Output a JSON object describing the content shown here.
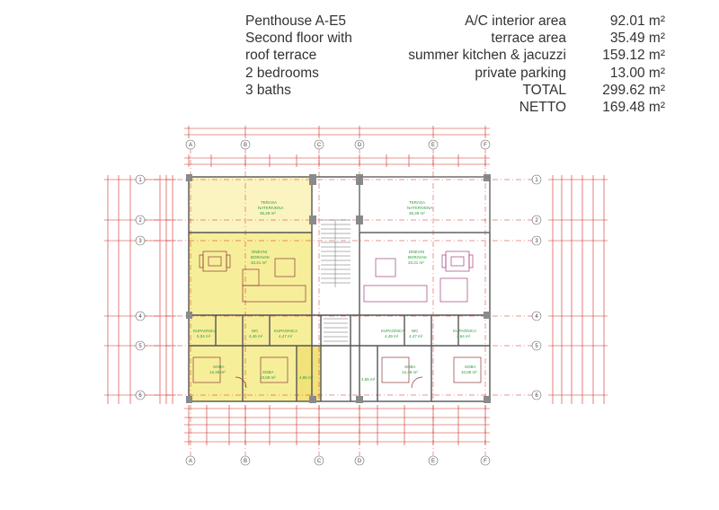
{
  "header": {
    "description_lines": [
      "Penthouse A-E5",
      "Second floor with",
      "roof terrace",
      "2 bedrooms",
      "3 baths"
    ],
    "areas": [
      {
        "label": "A/C interior area",
        "value": "92.01 m²"
      },
      {
        "label": "terrace area",
        "value": "35.49 m²"
      },
      {
        "label": "summer kitchen & jacuzzi",
        "value": "159.12 m²"
      },
      {
        "label": "private parking",
        "value": "13.00 m²"
      },
      {
        "label": "TOTAL",
        "value": "299.62 m²"
      },
      {
        "label": "NETTO",
        "value": "169.48 m²"
      }
    ]
  },
  "plan": {
    "column_axes": [
      "A",
      "B",
      "C",
      "D",
      "E",
      "F"
    ],
    "row_axes": [
      "1",
      "2",
      "3",
      "4",
      "5",
      "6"
    ],
    "rooms": {
      "terrace_left": {
        "name_line1": "TERASA",
        "name_line2": "NATKRIVENA",
        "area": "35,49 m²"
      },
      "terrace_right": {
        "name_line1": "TERASA",
        "name_line2": "NATKRIVENA",
        "area": "35,49 m²"
      },
      "living_left": {
        "name_line1": "DNEVNI",
        "name_line2": "BORAVAK",
        "area": "33,21 m²"
      },
      "living_right": {
        "name_line1": "DNEVNI",
        "name_line2": "BORAVAK",
        "area": "33,21 m²"
      },
      "bath1_left": {
        "name": "KUPAONICA",
        "area": "5,04 m²"
      },
      "bath2_left": {
        "name": "WC",
        "area": "4,46 m²"
      },
      "bath3_left": {
        "name": "KUPAONICA",
        "area": "4,47 m²"
      },
      "bath1_right": {
        "name": "KUPAONICA",
        "area": "4,49 m²"
      },
      "bath2_right": {
        "name": "WC",
        "area": "4,47 m²"
      },
      "bath3_right": {
        "name": "KUPAONICA",
        "area": "4,64 m²"
      },
      "bed1_left": {
        "name": "SOBA",
        "area": "12,48 m²"
      },
      "bed2_left": {
        "name": "SOBA",
        "area": "10,68 m²"
      },
      "bed3_left": {
        "name": "",
        "area": "4,85 m²"
      },
      "bed1_right": {
        "name": "SOBA",
        "area": "12,48 m²"
      },
      "bed2_right": {
        "name": "SOBA",
        "area": "10,68 m²"
      },
      "bed3_right": {
        "name": "",
        "area": "4,85 m²"
      }
    },
    "colors": {
      "dimension_red": "#d02a24",
      "highlight_yellow": "#f7ee9a",
      "terrace_yellow": "#fbf4c0",
      "wall_grey": "#8a8a8a",
      "room_label_green": "#2a9a3a",
      "furniture_brown": "#8a3a3a",
      "furniture_magenta": "#a0407a"
    }
  }
}
